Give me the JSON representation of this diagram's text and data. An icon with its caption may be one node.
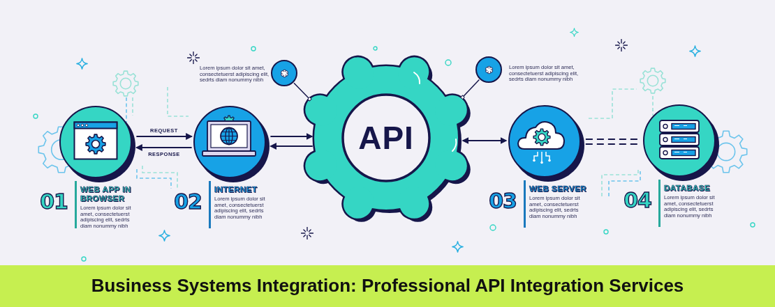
{
  "diagram": {
    "title": "Business Systems Integration: Professional API Integration Services",
    "nodes": [
      {
        "text": [
          "WEB APP IN BROWSER",
          "Lorem ipsum dolor sit amet, consectetuerst adipiscing elit, sedrts diam nonummy nibh"
        ],
        "beside": [
          "01"
        ]
      },
      {
        "text": [
          "INTERNET",
          "Lorem ipsum dolor sit amet, consectetuerst adipiscing elit, sedrts diam nonummy nibh"
        ],
        "beside": [
          "02"
        ]
      },
      {
        "text": [],
        "shape": "circle",
        "beside": [
          "Lorem ipsum dolor sit amet, consectetuerst adipiscing elit, sedrts diam nonummy nibh"
        ]
      },
      {
        "text": [
          "API"
        ]
      },
      {
        "text": [],
        "shape": "circle",
        "beside": [
          "Lorem ipsum dolor sit amet, consectetuerst adipiscing elit, sedrts diam nonummy nibh"
        ]
      },
      {
        "text": [
          "WEB SERVER",
          "Lorem ipsum dolor sit amet, consectetuerst adipiscing elit, sedrts diam nonummy nibh"
        ],
        "beside": [
          "03"
        ]
      },
      {
        "text": [
          "DATABASE",
          "Lorem ipsum dolor sit amet, consectetuerst adipiscing elit, sedrts diam nonummy nibh"
        ],
        "beside": [
          "04"
        ]
      }
    ],
    "edges": [
      {
        "from": 0,
        "to": 1,
        "arrow": "to",
        "label": "REQUEST"
      },
      {
        "from": 1,
        "to": 0,
        "arrow": "to",
        "label": "RESPONSE"
      },
      {
        "from": 1,
        "to": 3,
        "arrow": "to"
      },
      {
        "from": 3,
        "to": 1,
        "arrow": "to"
      },
      {
        "from": 3,
        "to": 5,
        "arrow": "both"
      },
      {
        "from": 5,
        "to": 6,
        "arrow": "none",
        "style": "dashed"
      },
      {
        "from": 2,
        "to": 3,
        "arrow": "other"
      },
      {
        "from": 4,
        "to": 3,
        "arrow": "other"
      }
    ]
  }
}
